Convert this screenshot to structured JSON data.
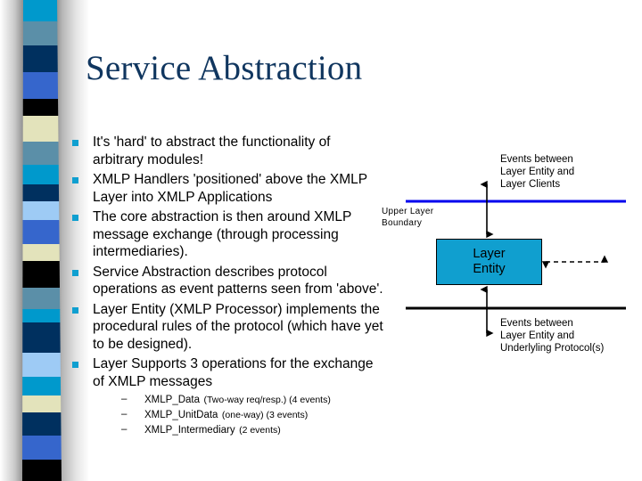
{
  "slide": {
    "title": "Service Abstraction",
    "background_color": "#ffffff",
    "title_color": "#10365f",
    "bullet_marker_color": "#0f9fd0"
  },
  "sidebar_stripe": {
    "name": "decorative-color-stripe",
    "colors": [
      "#0099cc",
      "#5b8fa8",
      "#00305f",
      "#3666cc",
      "#000000",
      "#e3e3bb",
      "#5b8fa8",
      "#0099cc",
      "#00305f",
      "#9ecbf5",
      "#3666cc",
      "#e3e3bb",
      "#000000",
      "#5b8fa8",
      "#0099cc",
      "#00305f",
      "#9ecbf5",
      "#0099cc",
      "#e3e3bb",
      "#00305f",
      "#3666cc",
      "#000000"
    ]
  },
  "bullets": [
    {
      "text": "It's 'hard' to abstract the functionality of arbitrary modules!"
    },
    {
      "text": "XMLP Handlers 'positioned' above the XMLP Layer into XMLP Applications"
    },
    {
      "text": "The core abstraction is then around XMLP message exchange (through processing intermediaries)."
    },
    {
      "text": "Service Abstraction describes protocol operations as event patterns seen from 'above'."
    },
    {
      "text": "Layer Entity (XMLP Processor) implements the procedural rules of the protocol (which have yet to be designed)."
    },
    {
      "text": "Layer Supports 3 operations for the exchange of XMLP messages",
      "sub_bullets": [
        {
          "dash": "–",
          "main": "XMLP_Data",
          "detail": "(Two-way req/resp.) (4 events)"
        },
        {
          "dash": "–",
          "main": "XMLP_UnitData",
          "detail": "(one-way) (3 events)"
        },
        {
          "dash": "–",
          "main": "XMLP_Intermediary",
          "detail": "(2 events)"
        }
      ]
    }
  ],
  "diagram": {
    "name": "layer-entity-service-abstraction-diagram",
    "box": {
      "line1": "Layer",
      "line2": "Entity",
      "fill_color": "#109fcf",
      "border_color": "#000000"
    },
    "upper_boundary_line_color": "#0000ee",
    "lower_boundary_line_color": "#000000",
    "labels": {
      "upper_events": "Events between\nLayer Entity and\nLayer Clients",
      "upper_events_l1": "Events between",
      "upper_events_l2": "Layer Entity and",
      "upper_events_l3": "Layer Clients",
      "upper_boundary_l1": "Upper Layer",
      "upper_boundary_l2": "Boundary",
      "lower_events_l1": "Events between",
      "lower_events_l2": "Layer Entity and",
      "lower_events_l3": "Underlyling Protocol(s)"
    }
  }
}
